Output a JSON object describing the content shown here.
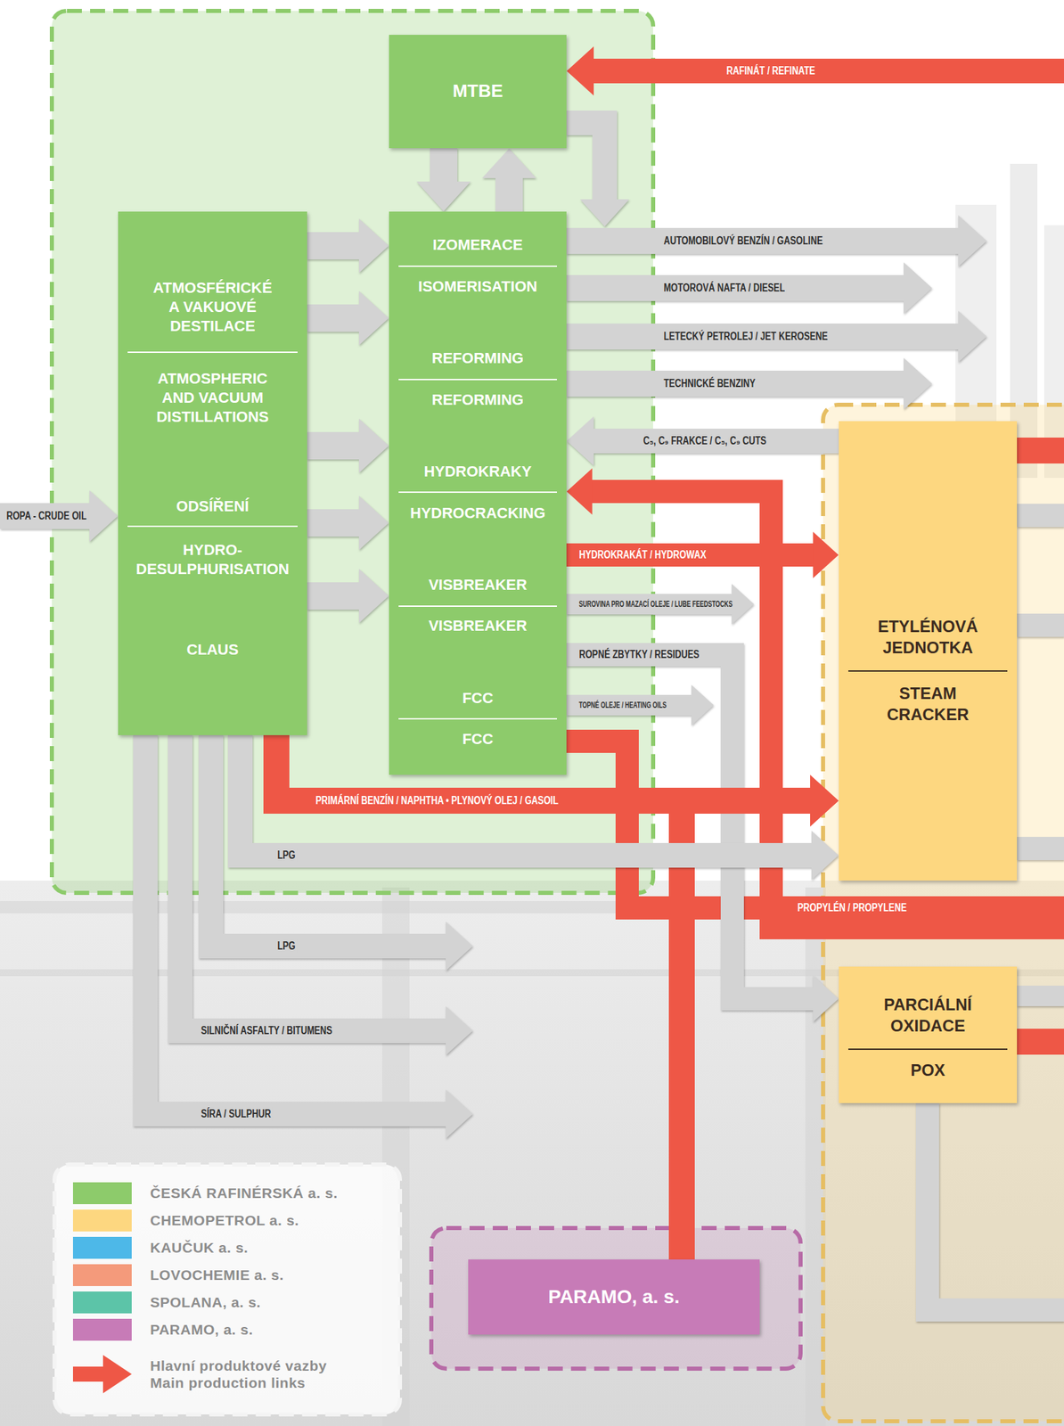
{
  "diagram": {
    "nodes": [
      {
        "text": [
          "MTBE"
        ]
      },
      {
        "text": [
          "ATMOSFÉRICKÉ A VAKUOVÉ DESTILACE",
          "ATMOSPHERIC AND VACUUM DISTILLATIONS",
          "ODSÍŘENÍ",
          "HYDRO- DESULPHURISATION",
          "CLAUS"
        ]
      },
      {
        "text": [
          "IZOMERACE",
          "ISOMERISATION",
          "REFORMING",
          "REFORMING",
          "HYDROKRAKY",
          "HYDROCRACKING",
          "VISBREAKER",
          "VISBREAKER",
          "FCC",
          "FCC"
        ]
      },
      {
        "text": [
          "ETYLÉNOVÁ JEDNOTKA",
          "STEAM CRACKER"
        ]
      },
      {
        "text": [
          "PARCIÁLNÍ OXIDACE",
          "POX"
        ]
      },
      {
        "text": [
          "PARAMO, a. s."
        ]
      }
    ],
    "edges": [
      {
        "from": 0,
        "to": 2,
        "arrow": "to"
      },
      {
        "from": 2,
        "to": 0,
        "arrow": "to"
      },
      {
        "from": 1,
        "to": 2,
        "arrow": "to"
      },
      {
        "from": 1,
        "to": 2,
        "arrow": "to"
      },
      {
        "from": 1,
        "to": 2,
        "arrow": "to"
      },
      {
        "from": 1,
        "to": 2,
        "arrow": "to"
      },
      {
        "from": 1,
        "to": 2,
        "arrow": "to"
      },
      {
        "from": 3,
        "to": 2,
        "label": "C₅, C₉ FRAKCE / C₅, C₉ CUTS",
        "arrow": "to"
      },
      {
        "from": 2,
        "to": 3,
        "label": "HYDROKRAKÁT / HYDROWAX",
        "arrow": "to"
      },
      {
        "from": 2,
        "to": 4,
        "label": "ROPNÉ ZBYTKY / RESIDUES",
        "arrow": "to"
      },
      {
        "from": 1,
        "to": 3,
        "label": "PRIMÁRNÍ BENZÍN / NAPHTHA • PLYNOVÝ OLEJ / GASOIL",
        "arrow": "to"
      },
      {
        "from": 5,
        "to": 3,
        "arrow": "to"
      },
      {
        "from": 1,
        "to": 3,
        "label": "LPG",
        "arrow": "to"
      }
    ],
    "labels": [
      "RAFINÁT / REFINATE",
      "AUTOMOBILOVÝ BENZÍN / GASOLINE",
      "MOTOROVÁ NAFTA / DIESEL",
      "LETECKÝ PETROLEJ / JET KEROSENE",
      "TECHNICKÉ BENZINY",
      "ROPA - CRUDE OIL",
      "SUROVINA PRO MAZACÍ OLEJE / LUBE FEEDSTOCKS",
      "TOPNÉ OLEJE / HEATING OILS",
      "PROPYLÉN / PROPYLENE",
      "LPG",
      "SILNIČNÍ ASFALTY / BITUMENS",
      "SÍRA / SULPHUR"
    ],
    "legend": [
      {
        "text": "ČESKÁ RAFINÉRSKÁ a. s.",
        "color": "#8dcb6b"
      },
      {
        "text": "CHEMOPETROL a. s.",
        "color": "#fdd780"
      },
      {
        "text": "KAUČUK a. s.",
        "color": "#4db8e8"
      },
      {
        "text": "LOVOCHEMIE a. s.",
        "color": "#f49a7b"
      },
      {
        "text": "SPOLANA, a. s.",
        "color": "#5cc4a8"
      },
      {
        "text": "PARAMO, a. s.",
        "color": "#c77bb7"
      },
      {
        "text": "Hlavní produktové vazby Main production links"
      }
    ]
  }
}
